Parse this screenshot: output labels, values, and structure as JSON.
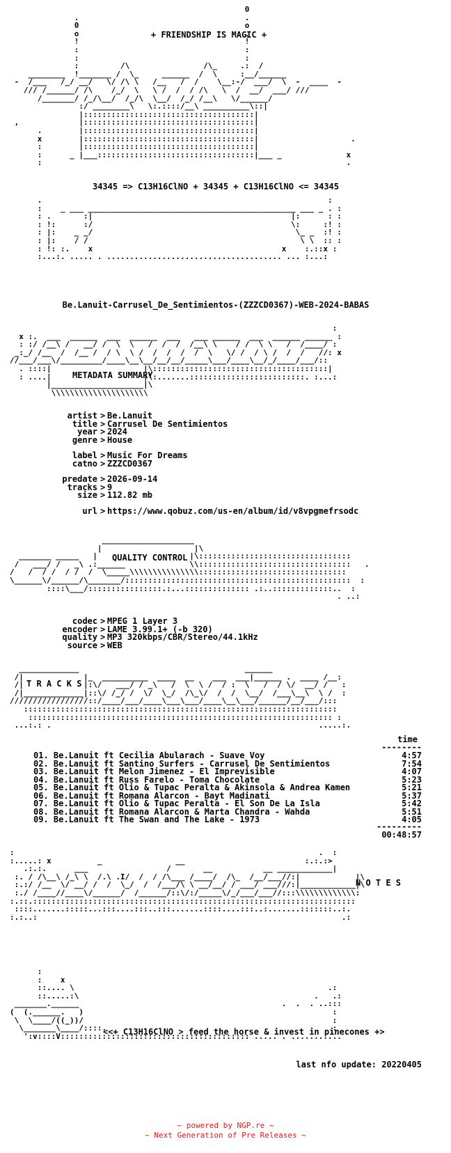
{
  "banner": "+ FRIENDSHIP IS MAGIC +",
  "formula": "34345 => C13H16ClNO + 34345 + C13H16ClNO <= 34345",
  "release_name": "Be.Lanuit-Carrusel_De_Sentimientos-(ZZZCD0367)-WEB-2024-BABAS",
  "sections": {
    "metadata": "METADATA SUMMARY",
    "quality": "QUALITY CONTROL",
    "tracks": "T R A C K S",
    "notes": "N O T E S"
  },
  "metadata": [
    {
      "key": "artist",
      "value": "Be.Lanuit"
    },
    {
      "key": "title",
      "value": "Carrusel De Sentimientos"
    },
    {
      "key": "year",
      "value": "2024"
    },
    {
      "key": "genre",
      "value": "House"
    },
    {
      "key": "label",
      "value": "Music For Dreams"
    },
    {
      "key": "catno",
      "value": "ZZZCD0367"
    },
    {
      "key": "predate",
      "value": "2026-09-14"
    },
    {
      "key": "tracks",
      "value": "9"
    },
    {
      "key": "size",
      "value": "112.82 mb"
    },
    {
      "key": "url",
      "value": "https://www.qobuz.com/us-en/album/id/v8vpgmefrsodc"
    }
  ],
  "quality": [
    {
      "key": "codec",
      "value": "MPEG 1 Layer 3"
    },
    {
      "key": "encoder",
      "value": "LAME 3.99.1+ (-b 320)"
    },
    {
      "key": "quality",
      "value": "MP3 320kbps/CBR/Stereo/44.1kHz"
    },
    {
      "key": "source",
      "value": "WEB"
    }
  ],
  "tracklist": {
    "time_header": "time",
    "rule": "--------",
    "tracks": [
      {
        "title": "01. Be.Lanuit ft Cecilia Abularach - Suave Voy",
        "time": "4:57"
      },
      {
        "title": "02. Be.Lanuit ft Santino Surfers - Carrusel De Sentimientos",
        "time": "7:54"
      },
      {
        "title": "03. Be.Lanuit ft Melon Jimenez - El Imprevisible",
        "time": "4:07"
      },
      {
        "title": "04. Be.Lanuit ft Russ Farelo - Toma Chocolate",
        "time": "5:23"
      },
      {
        "title": "05. Be.Lanuit ft Olio & Tupac Peralta & Akinsola & Andrea Kamen",
        "time": "5:21"
      },
      {
        "title": "06. Be.Lanuit ft Romana Alarcon - Bayt Madinati",
        "time": "5:37"
      },
      {
        "title": "07. Be.Lanuit ft Olio & Tupac Peralta - El Son De La Isla",
        "time": "5:42"
      },
      {
        "title": "08. Be.Lanuit ft Romana Alarcon & Marta Chandra - Wahda",
        "time": "5:51"
      },
      {
        "title": "09. Be.Lanuit ft The Swan and The Lake - 1973",
        "time": "4:05"
      }
    ],
    "total_rule": "---------",
    "total": "00:48:57"
  },
  "tagline": "<<+ C13H16ClNO > feed the horse & invest in pinecones +>",
  "last_update": "last nfo update: 20220405",
  "footer": {
    "line1": "~ powered by NGP.re ~",
    "line2": "~ Next Generation of Pre Releases ~"
  }
}
